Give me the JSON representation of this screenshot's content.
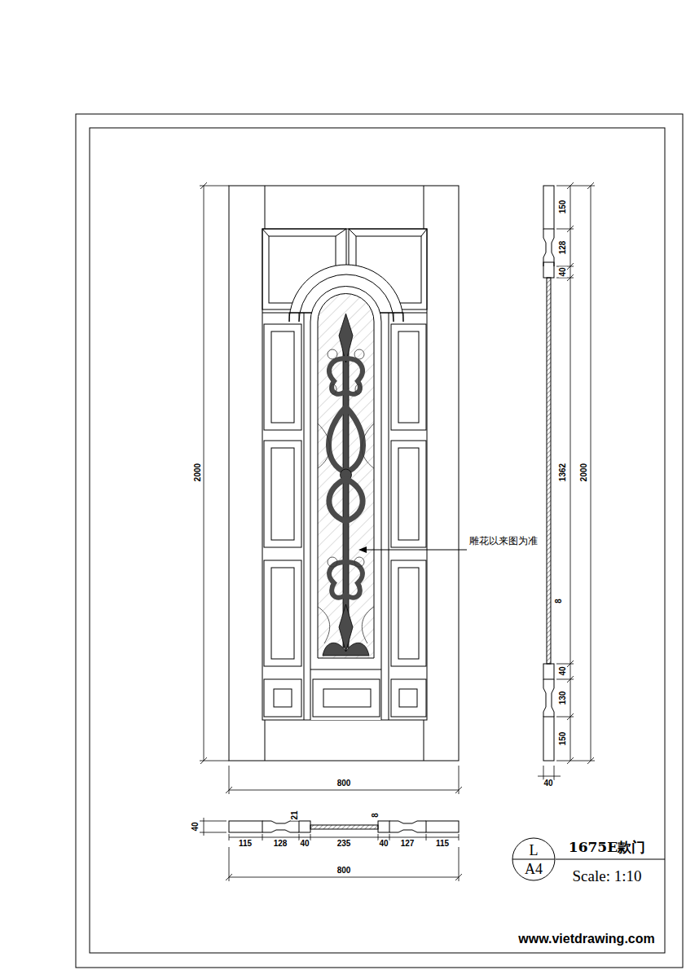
{
  "diagram": {
    "title": "1675E款门",
    "nodes": [
      {
        "text": [
          "L",
          "A4"
        ]
      }
    ],
    "labels": [
      "2000",
      "800",
      "雕花以来图为准",
      "150",
      "128",
      "40",
      "1362",
      "8",
      "40",
      "130",
      "150",
      "2000",
      "40",
      "40",
      "21",
      "8",
      "115",
      "128",
      "40",
      "235",
      "40",
      "127",
      "115",
      "800",
      "Scale: 1:10",
      "www.vietdrawing.com"
    ]
  }
}
